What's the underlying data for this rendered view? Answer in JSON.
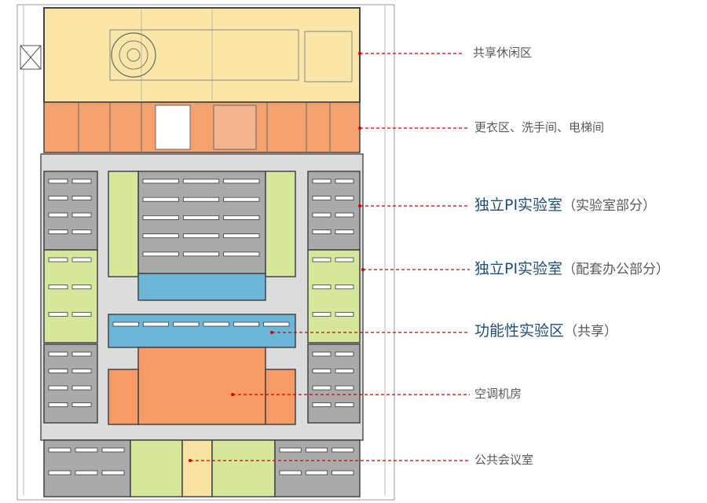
{
  "labels": {
    "shared_lounge": "共享休闲区",
    "changing_area": "更衣区、洗手间、电梯间",
    "pi_lab_main": "独立PI实验室",
    "pi_lab_main_sub": "（实验室部分）",
    "pi_lab_office": "独立PI实验室",
    "pi_lab_office_sub": "（配套办公部分）",
    "functional_lab": "功能性实验区",
    "functional_lab_sub": "（共享）",
    "hvac_room": "空调机房",
    "meeting_room": "公共会议室"
  },
  "colors": {
    "lounge": "#fae6a6",
    "service": "#f6a26e",
    "lab_gray": "#a9aaa9",
    "office_green": "#d6e79c",
    "functional_blue": "#6cb5d6",
    "hvac_orange": "#f69a66",
    "corridor": "#dcdcdc",
    "leader_line": "#d40000",
    "label_blue": "#1f4e79",
    "label_gray": "#595959"
  }
}
